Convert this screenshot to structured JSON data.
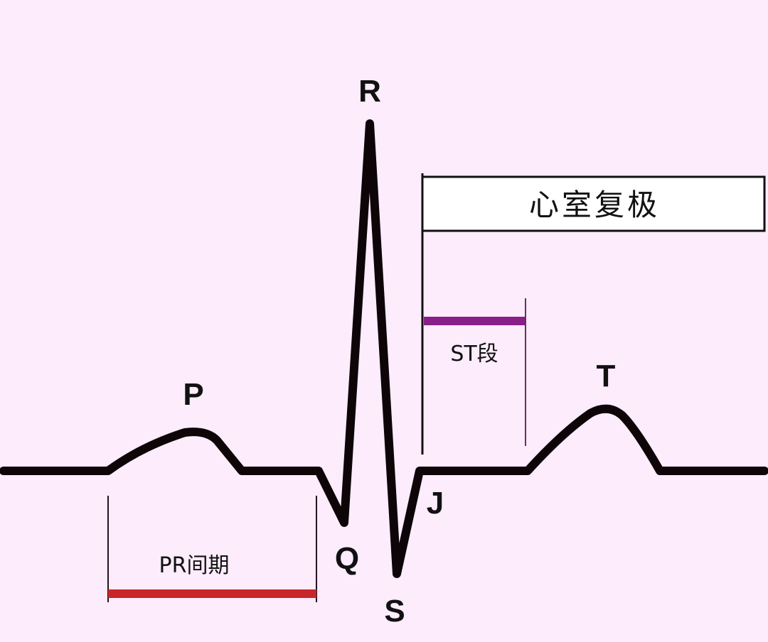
{
  "labels": {
    "p": "P",
    "q": "Q",
    "r": "R",
    "s": "S",
    "t": "T",
    "j": "J"
  },
  "intervals": {
    "pr": "PR间期",
    "st": "ST段",
    "repolarization": "心室复极"
  },
  "colors": {
    "background": "#fcecfc",
    "wave": "#0d0508",
    "pr_bar": "#c8262a",
    "st_bar": "#8a1f8a",
    "tick": "#2a1020"
  }
}
